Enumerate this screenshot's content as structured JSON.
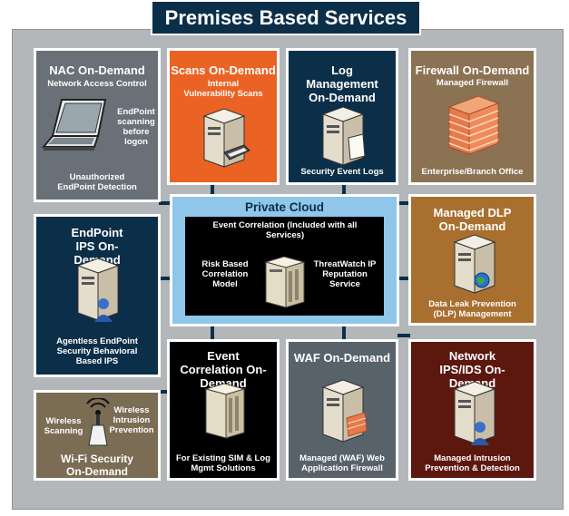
{
  "title": "Premises Based Services",
  "colors": {
    "navy": "#0c2f49",
    "gray": "#6a7077",
    "orange": "#ea6324",
    "brown_tan": "#8a7253",
    "copper": "#a86f2f",
    "sky": "#8fc6ea",
    "black": "#000000",
    "dark_gray": "#58626b",
    "maroon": "#5c170f",
    "khaki": "#7b6c54"
  },
  "boxes": {
    "nac": {
      "title": "NAC On-Demand",
      "subtitle": "Network Access Control",
      "note": "EndPoint scanning before logon",
      "footer": "Unauthorized EndPoint Detection",
      "icon": "laptop-icon"
    },
    "scans": {
      "title": "Scans On-Demand",
      "subtitle": "Internal Vulnerability Scans",
      "icon": "server-with-scanner-icon"
    },
    "log": {
      "title": "Log Management On-Demand",
      "footer": "Security Event Logs",
      "icon": "server-with-document-icon"
    },
    "firewall": {
      "title": "Firewall On-Demand",
      "subtitle": "Managed Firewall",
      "footer": "Enterprise/Branch Office",
      "icon": "brick-wall-icon"
    },
    "endpoint_ips": {
      "title": "EndPoint IPS On-Demand",
      "footer": "Agentless EndPoint Security Behavioral Based IPS",
      "icon": "server-with-user-icon"
    },
    "private_cloud": {
      "title": "Private Cloud",
      "correlation": "Event Correlation (Included with all Services)",
      "left": "Risk Based Correlation Model",
      "right": "ThreatWatch IP Reputation Service",
      "icon": "server-rack-icon"
    },
    "dlp": {
      "title": "Managed DLP On-Demand",
      "footer": "Data Leak Prevention (DLP) Management",
      "icon": "server-with-globe-icon"
    },
    "wifi": {
      "title": "Wi-Fi Security On-Demand",
      "left": "Wireless Scanning",
      "right": "Wireless Intrusion Prevention",
      "icon": "wireless-antenna-icon"
    },
    "event_corr": {
      "title": "Event Correlation On-Demand",
      "footer": "For Existing SIM & Log Mgmt Solutions",
      "icon": "server-rack-icon"
    },
    "waf": {
      "title": "WAF On-Demand",
      "footer": "Managed (WAF) Web Application Firewall",
      "icon": "server-with-firewall-icon"
    },
    "network_ips": {
      "title": "Network IPS/IDS On-Demand",
      "footer": "Managed Intrusion Prevention & Detection",
      "icon": "server-with-user-icon"
    }
  }
}
